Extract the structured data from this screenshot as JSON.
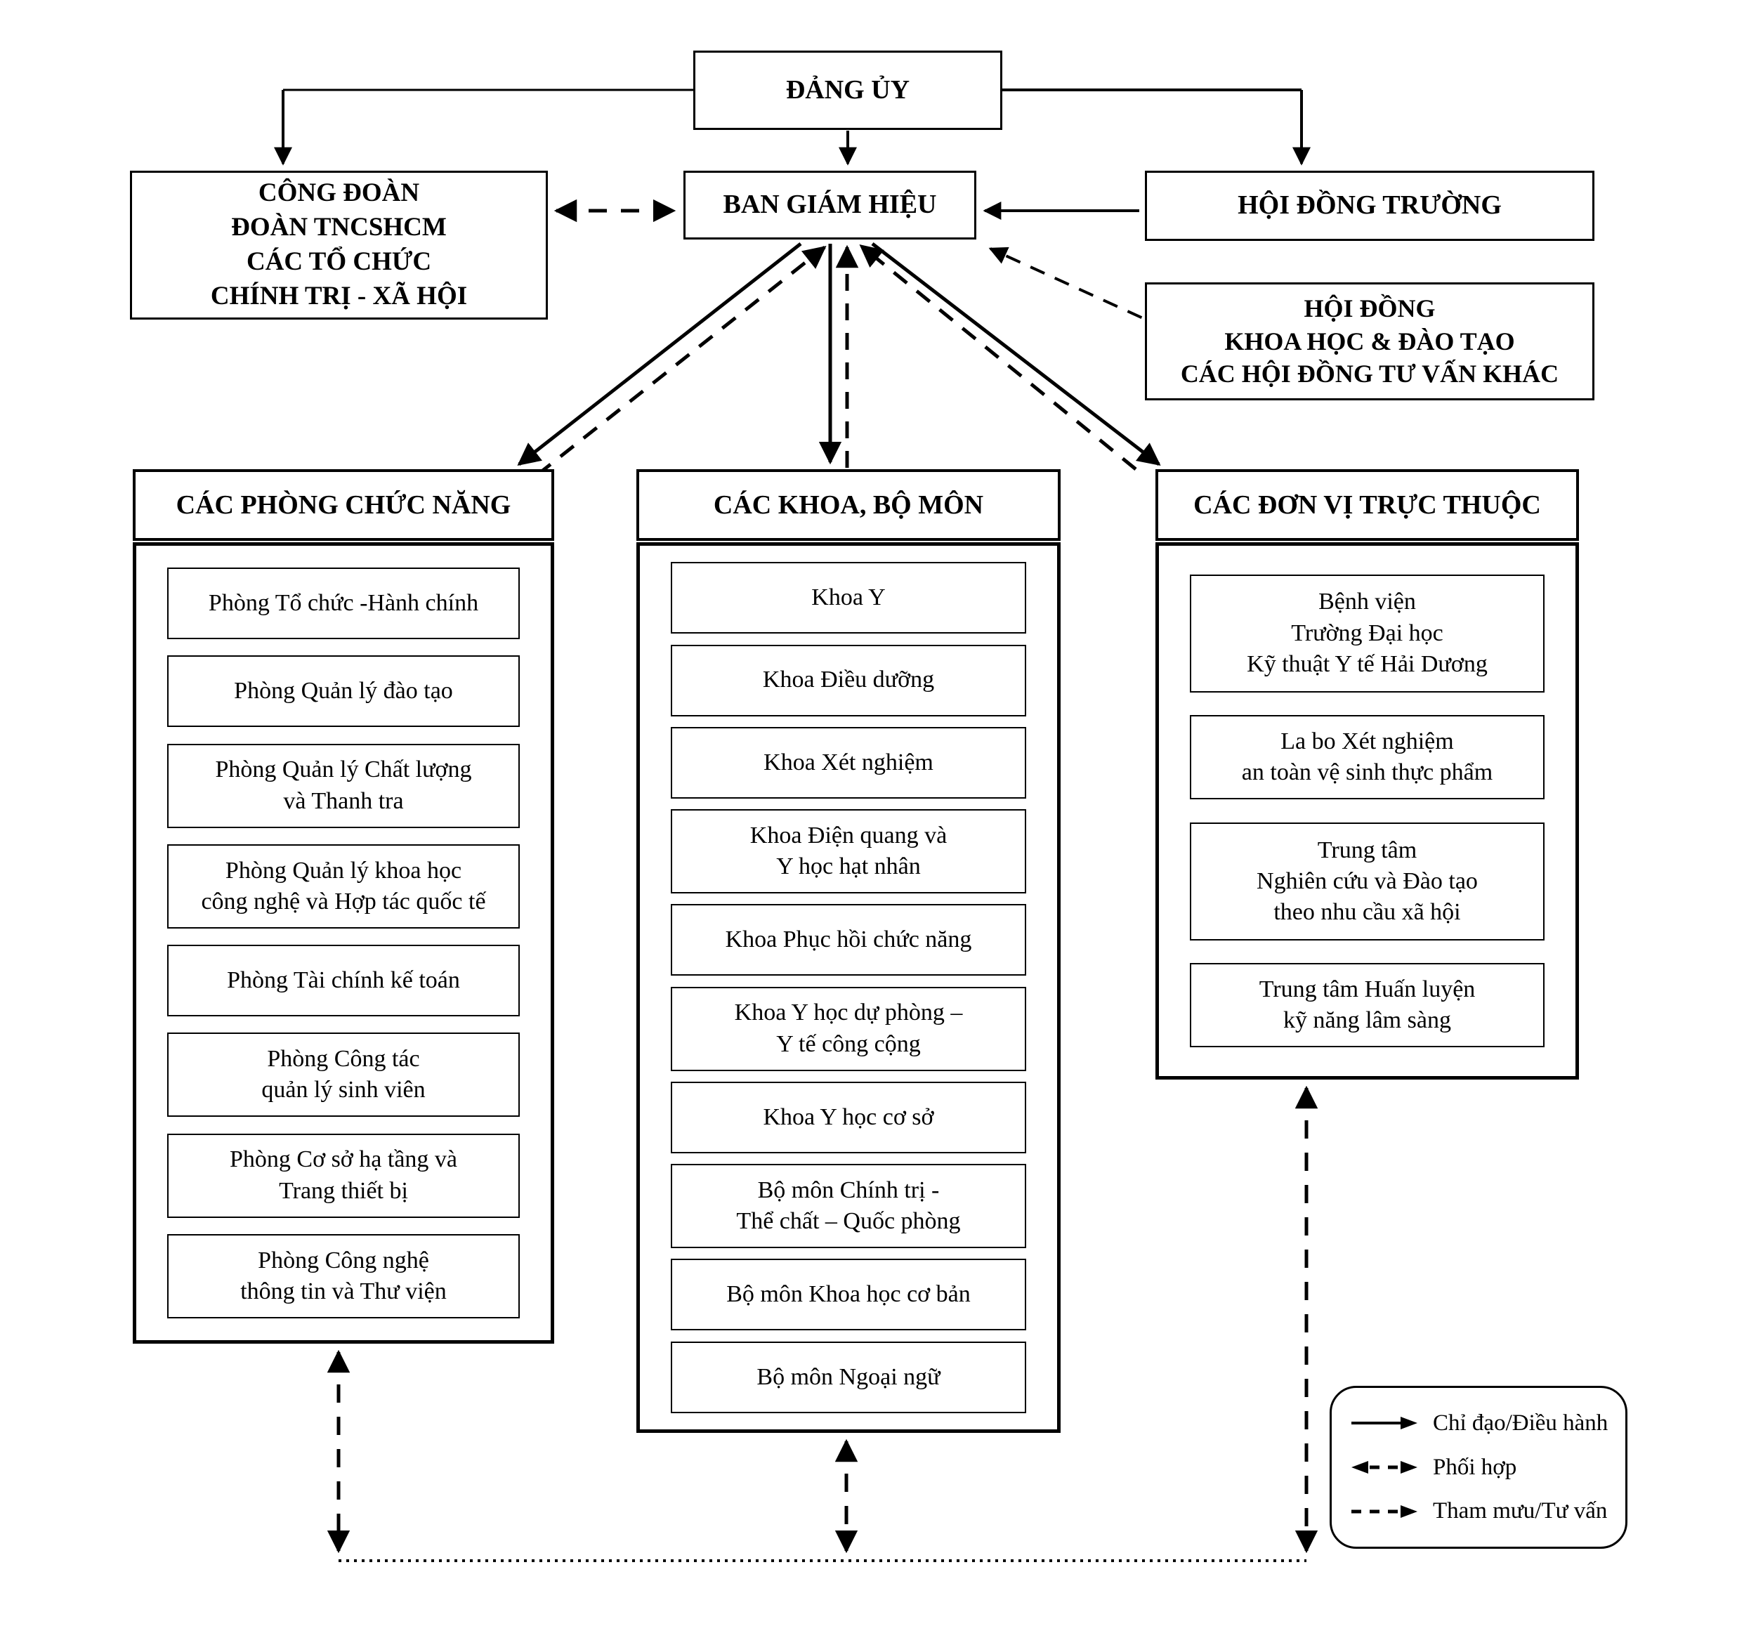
{
  "top": {
    "dang_uy": "ĐẢNG ỦY",
    "ban_giam_hieu": "BAN GIÁM HIỆU",
    "hoi_dong_truong": "HỘI ĐỒNG TRƯỜNG",
    "cong_doan_lines": [
      "CÔNG ĐOÀN",
      "ĐOÀN TNCSHCM",
      "CÁC TỔ CHỨC",
      "CHÍNH TRỊ - XÃ HỘI"
    ],
    "hoi_dong_khdt_lines": [
      "HỘI ĐỒNG",
      "KHOA HỌC & ĐÀO TẠO",
      "CÁC HỘI ĐỒNG TƯ VẤN KHÁC"
    ]
  },
  "columns": [
    {
      "header": "CÁC PHÒNG CHỨC NĂNG",
      "items": [
        {
          "lines": [
            "Phòng Tổ chức -Hành chính"
          ]
        },
        {
          "lines": [
            "Phòng Quản lý đào tạo"
          ]
        },
        {
          "lines": [
            "Phòng Quản lý Chất lượng",
            "và Thanh tra"
          ]
        },
        {
          "lines": [
            "Phòng Quản lý khoa học",
            "công nghệ và Hợp tác quốc tế"
          ]
        },
        {
          "lines": [
            "Phòng Tài chính kế toán"
          ]
        },
        {
          "lines": [
            "Phòng Công tác",
            "quản lý sinh viên"
          ]
        },
        {
          "lines": [
            "Phòng Cơ sở hạ tầng và",
            "Trang thiết bị"
          ]
        },
        {
          "lines": [
            "Phòng Công nghệ",
            "thông tin và Thư viện"
          ]
        }
      ]
    },
    {
      "header": "CÁC KHOA, BỘ MÔN",
      "items": [
        {
          "lines": [
            "Khoa Y"
          ]
        },
        {
          "lines": [
            "Khoa Điều dưỡng"
          ]
        },
        {
          "lines": [
            "Khoa Xét nghiệm"
          ]
        },
        {
          "lines": [
            "Khoa Điện quang và",
            "Y học hạt nhân"
          ]
        },
        {
          "lines": [
            "Khoa Phục hồi chức năng"
          ]
        },
        {
          "lines": [
            "Khoa Y học dự phòng –",
            "Y tế công cộng"
          ]
        },
        {
          "lines": [
            "Khoa Y học cơ sở"
          ]
        },
        {
          "lines": [
            "Bộ môn Chính trị -",
            "Thể chất – Quốc phòng"
          ]
        },
        {
          "lines": [
            "Bộ môn Khoa học cơ bản"
          ]
        },
        {
          "lines": [
            "Bộ môn Ngoại ngữ"
          ]
        }
      ]
    },
    {
      "header": "CÁC ĐƠN VỊ TRỰC THUỘC",
      "items": [
        {
          "lines": [
            "Bệnh viện",
            "Trường Đại học",
            "Kỹ thuật Y tế Hải Dương"
          ]
        },
        {
          "lines": [
            "La bo Xét nghiệm",
            "an toàn vệ sinh thực phẩm"
          ]
        },
        {
          "lines": [
            "Trung tâm",
            "Nghiên cứu và Đào tạo",
            "theo nhu cầu xã hội"
          ]
        },
        {
          "lines": [
            "Trung tâm Huấn luyện",
            "kỹ năng lâm sàng"
          ]
        }
      ]
    }
  ],
  "legend": {
    "items": [
      {
        "style": "solid-arrow",
        "label": "Chỉ đạo/Điều hành"
      },
      {
        "style": "dashed-double-arrow",
        "label": "Phối hợp"
      },
      {
        "style": "dashed-arrow",
        "label": "Tham mưu/Tư vấn"
      }
    ]
  },
  "colors": {
    "line": "#000000",
    "box_background": "#ffffff"
  }
}
